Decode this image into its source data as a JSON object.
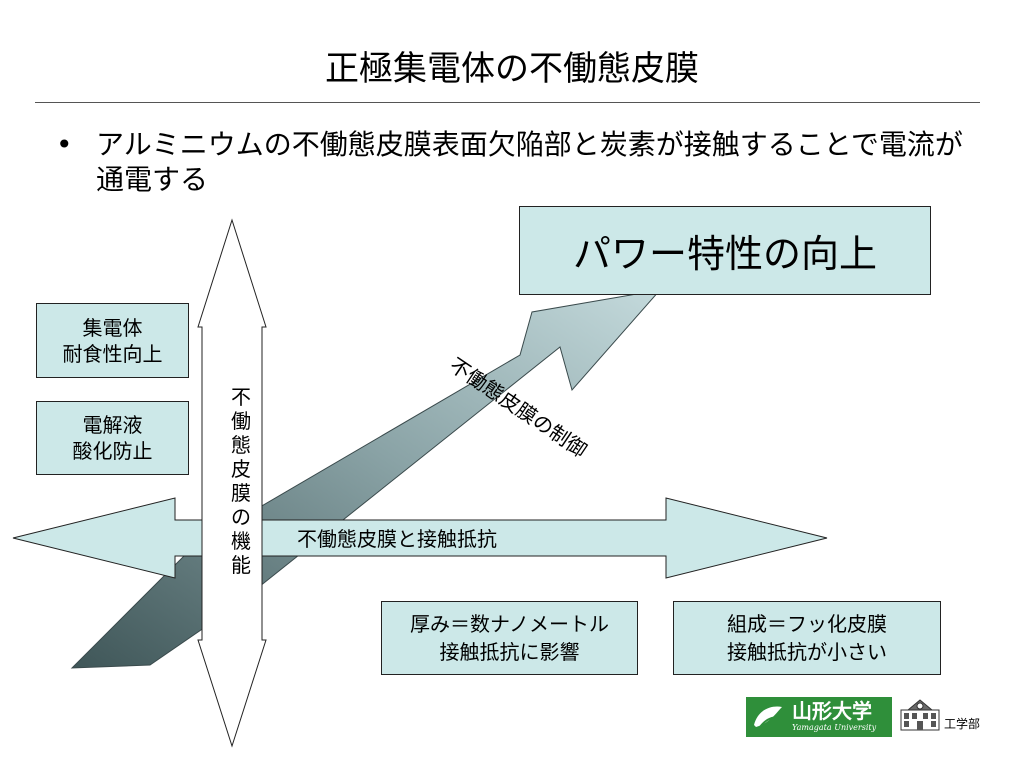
{
  "title": "正極集電体の不働態皮膜",
  "bullet": {
    "marker": "•",
    "text": "アルミニウムの不働態皮膜表面欠陥部と炭素が接触することで電流が通電する"
  },
  "boxes": {
    "power": "パワー特性の向上",
    "collector": [
      "集電体",
      "耐食性向上"
    ],
    "electrolyte": [
      "電解液",
      "酸化防止"
    ],
    "thickness": [
      "厚み＝数ナノメートル",
      "接触抵抗に影響"
    ],
    "composition": [
      "組成＝フッ化皮膜",
      "接触抵抗が小さい"
    ]
  },
  "arrows": {
    "vertical_label": [
      "不",
      "働",
      "態",
      "皮",
      "膜",
      "の",
      "機",
      "能"
    ],
    "horizontal_label": "不働態皮膜と接触抵抗",
    "diagonal_label": "不働態皮膜の制御"
  },
  "colors": {
    "box_fill": "#cce8e8",
    "arrow_fill": "#cce8e8",
    "diagonal_dark": "#3f5658",
    "diagonal_light": "#b9cfd1"
  },
  "footer": {
    "logo_name": "山形大学",
    "logo_sub": "Yamagata University",
    "faculty": "工学部"
  }
}
